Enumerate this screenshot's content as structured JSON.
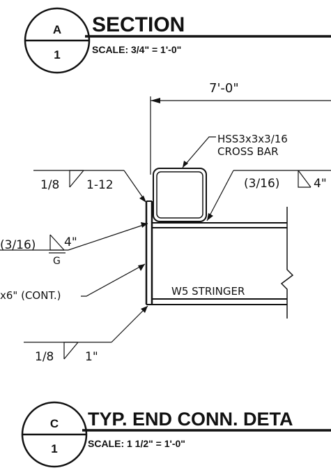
{
  "section_callout": {
    "letter": "A",
    "number": "1",
    "title": "SECTION",
    "scale": "SCALE: 3/4\" = 1'-0\""
  },
  "detail_callout": {
    "letter": "C",
    "number": "1",
    "title": "TYP. END CONN. DETA",
    "scale": "SCALE: 1 1/2\" = 1'-0\""
  },
  "dimension": {
    "label": "7'-0\""
  },
  "member_labels": {
    "cross_bar_line1": "HSS3x3x3/16",
    "cross_bar_line2": "CROSS BAR",
    "stringer": "W5 STRINGER",
    "plate": "x6\" (CONT.)"
  },
  "weld_symbols": {
    "top_left_size": "1/8",
    "top_left_length": "1-12",
    "top_right_size": "(3/16)",
    "top_right_length": "4\"",
    "mid_left_size": "(3/16)",
    "mid_left_length": "4\"",
    "mid_left_grind": "G",
    "bottom_size": "1/8",
    "bottom_length": "1\""
  }
}
